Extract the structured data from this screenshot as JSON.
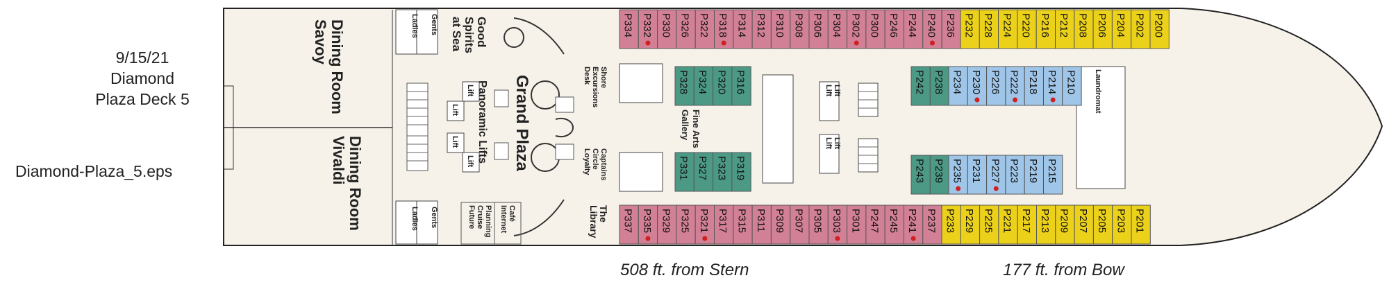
{
  "header": {
    "date": "9/15/21",
    "deck_line1": "Diamond",
    "deck_line2": "Plaza Deck 5"
  },
  "file_name": "Diamond-Plaza_5.eps",
  "distances": {
    "stern": "508 ft.  from Stern",
    "bow": "177 ft.  from Bow"
  },
  "rooms": {
    "savoy": [
      "Savoy",
      "Dining Room"
    ],
    "vivaldi": [
      "Vivaldi",
      "Dining Room"
    ],
    "grand_plaza": "Grand Plaza",
    "panoramic_lifts": "Panoramic Lifts",
    "good_spirits": [
      "Good",
      "Spirits",
      "at Sea"
    ],
    "shore_excursions": [
      "Shore",
      "Excursions",
      "Desk"
    ],
    "captains_circle": [
      "Captains",
      "Circle",
      "Loyalty"
    ],
    "fine_arts": [
      "Fine Arts",
      "Gallery"
    ],
    "future_cruise": [
      "Future",
      "Cruise",
      "Planning"
    ],
    "internet_cafe": [
      "Internet",
      "Café"
    ],
    "library": [
      "The",
      "Library"
    ],
    "laundromat": "Laundromat",
    "ladies": "Ladies",
    "gents": "Gents",
    "lift": "Lift"
  },
  "colors": {
    "pink": "#d28096",
    "yellow": "#ecd11a",
    "blue": "#9fc6e8",
    "teal": "#4c9a86",
    "deck": "#f6f2ea",
    "dot": "#d0201f"
  },
  "cabins": {
    "top_pink": [
      "P334",
      "P332",
      "P330",
      "P326",
      "P322",
      "P318",
      "P314",
      "P312",
      "P310",
      "P308",
      "P306",
      "P304",
      "P302",
      "P300",
      "P246",
      "P244",
      "P240",
      "P236"
    ],
    "top_pink_dots": [
      "P332",
      "P318",
      "P302",
      "P240"
    ],
    "top_yellow": [
      "P232",
      "P228",
      "P224",
      "P220",
      "P216",
      "P212",
      "P208",
      "P206",
      "P204",
      "P202",
      "P200"
    ],
    "bottom_pink": [
      "P337",
      "P335",
      "P329",
      "P325",
      "P321",
      "P317",
      "P315",
      "P311",
      "P309",
      "P307",
      "P305",
      "P303",
      "P301",
      "P247",
      "P245",
      "P241",
      "P237"
    ],
    "bottom_pink_dots": [
      "P335",
      "P321",
      "P303",
      "P241"
    ],
    "bottom_yellow": [
      "P233",
      "P229",
      "P225",
      "P221",
      "P217",
      "P213",
      "P209",
      "P207",
      "P205",
      "P203",
      "P201"
    ],
    "inner_teal_top": [
      "P328",
      "P324",
      "P320",
      "P316"
    ],
    "inner_teal_bottom": [
      "P331",
      "P327",
      "P323",
      "P319"
    ],
    "inner_top_teal": [
      "P242",
      "P238"
    ],
    "inner_top_blue": [
      "P234",
      "P230",
      "P226",
      "P222",
      "P218",
      "P214",
      "P210"
    ],
    "inner_top_dots": [
      "P230",
      "P222",
      "P214"
    ],
    "inner_bottom_teal": [
      "P243",
      "P239"
    ],
    "inner_bottom_blue": [
      "P235",
      "P231",
      "P227",
      "P223",
      "P219",
      "P215"
    ],
    "inner_bottom_dots": [
      "P235",
      "P227"
    ]
  }
}
